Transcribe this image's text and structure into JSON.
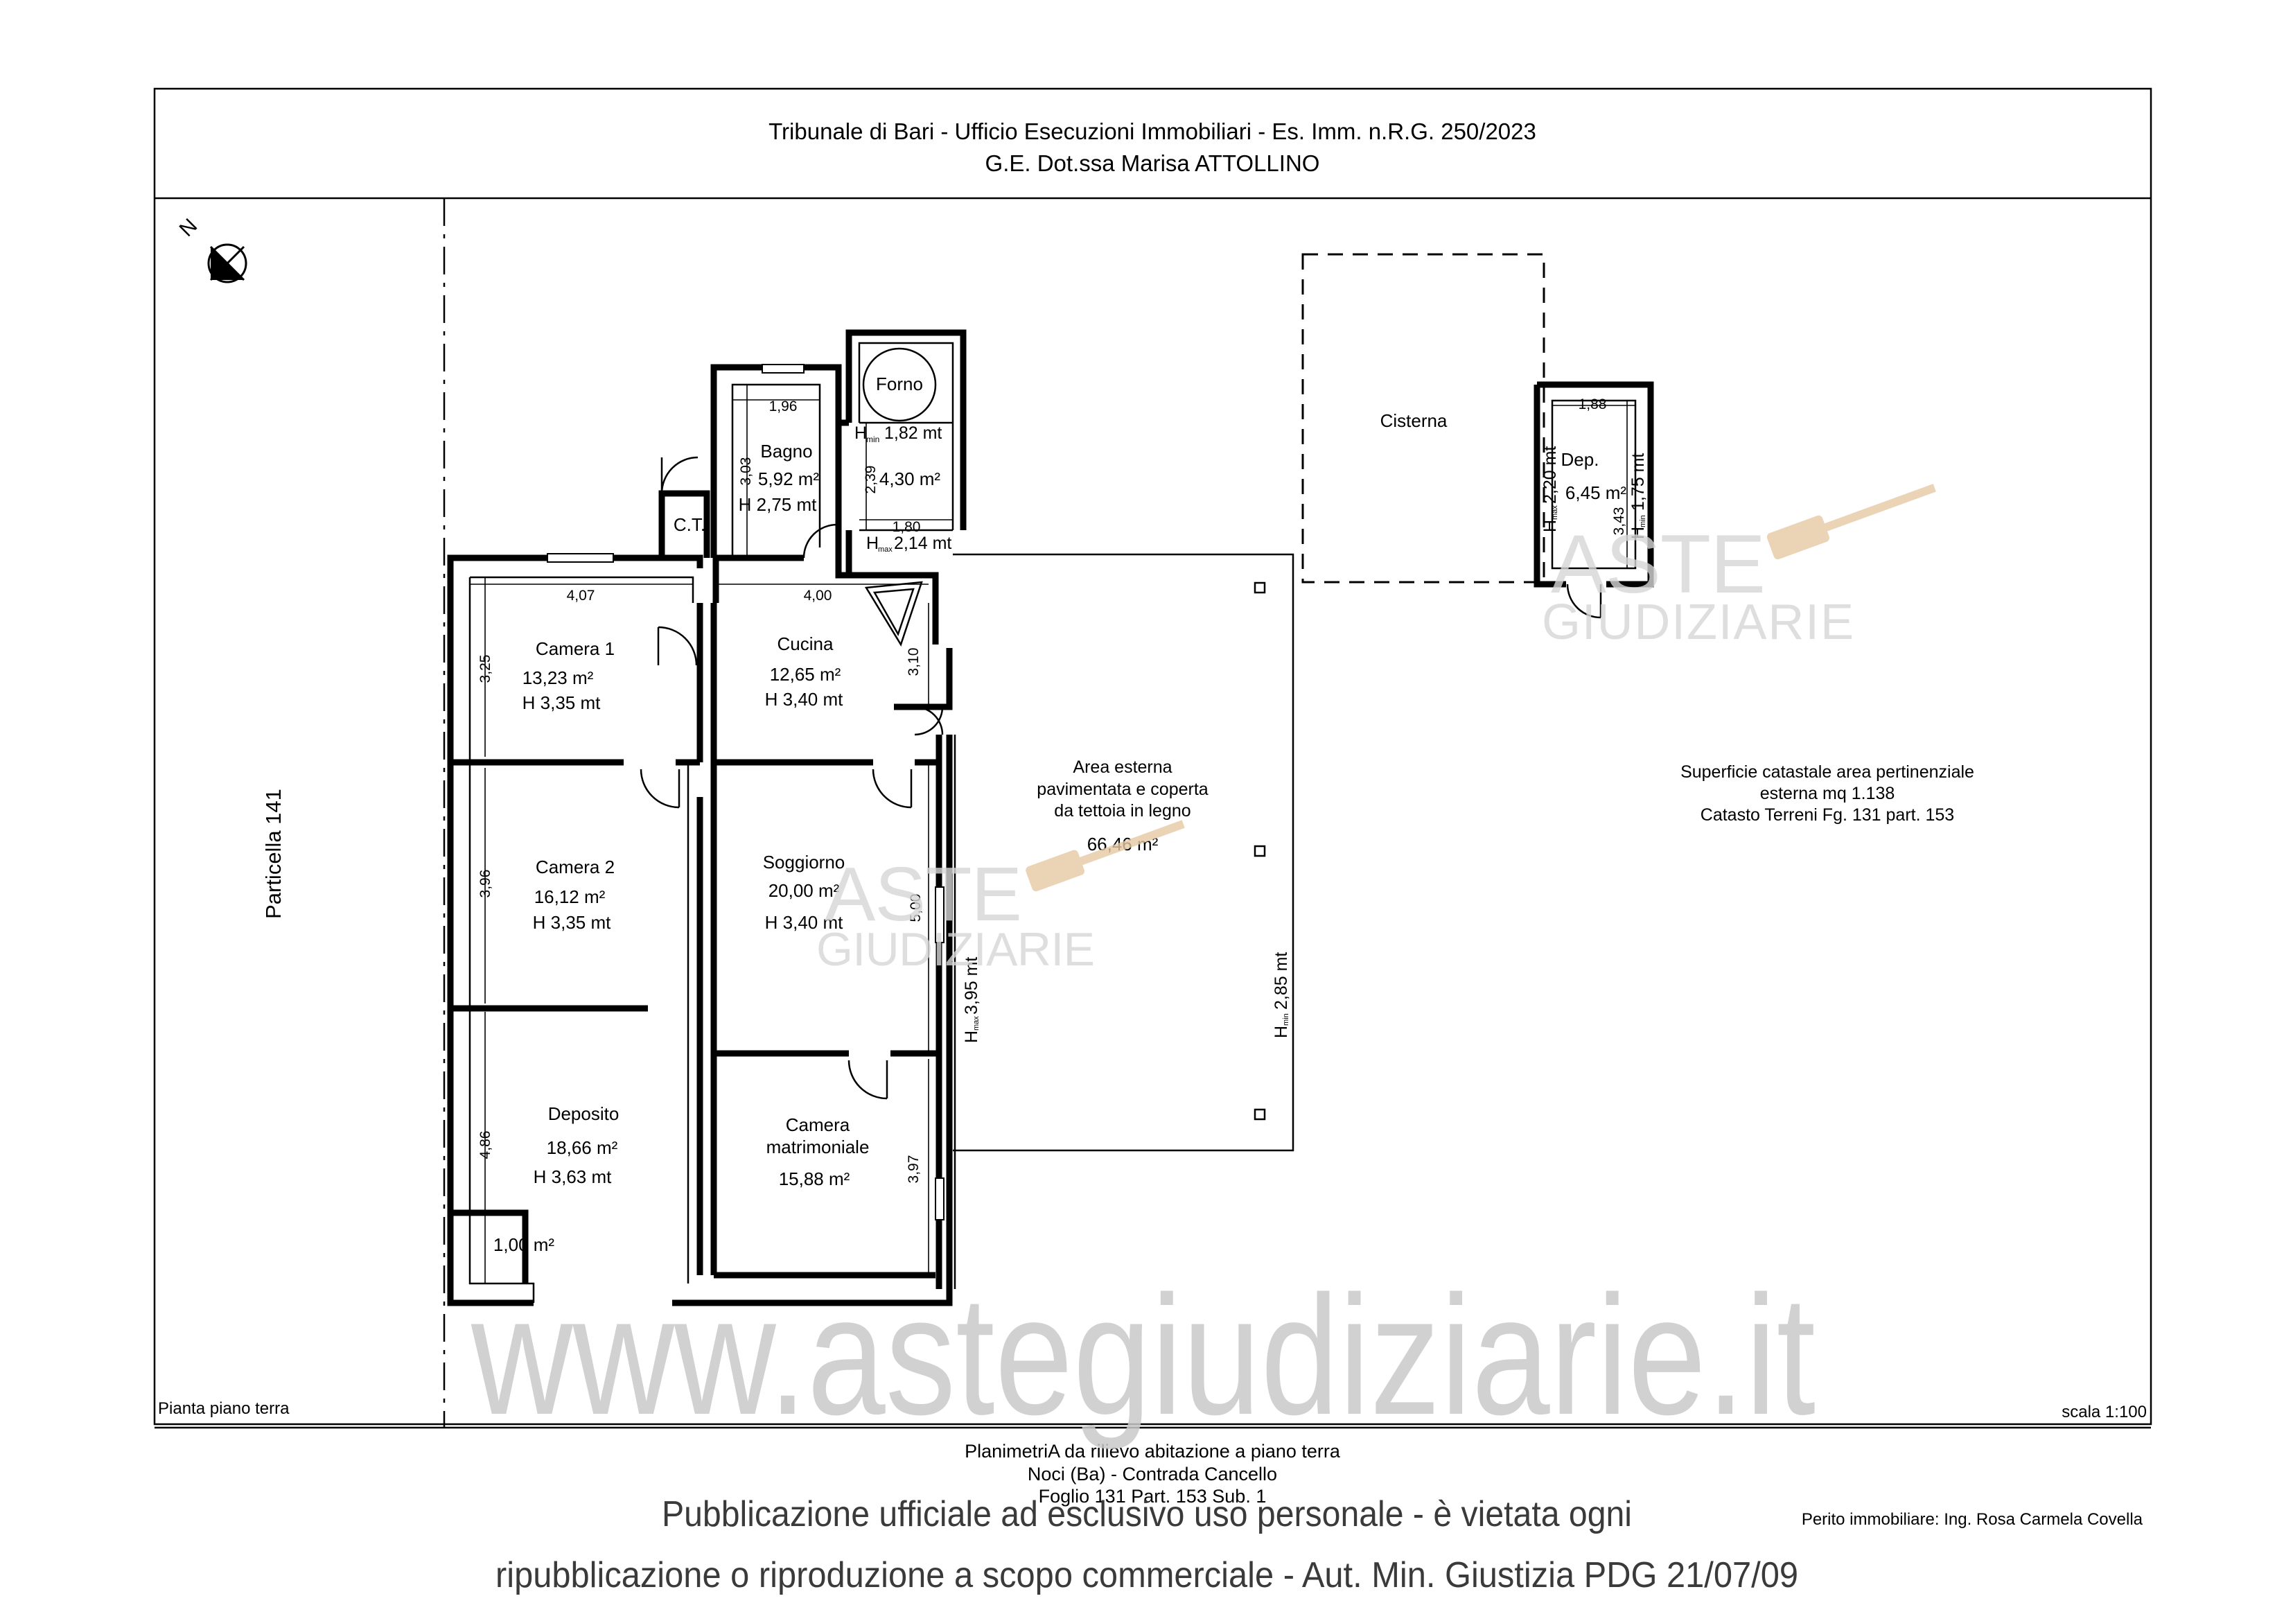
{
  "header": {
    "line1": "Tribunale di Bari - Ufficio Esecuzioni Immobiliari - Es. Imm. n.R.G. 250/2023",
    "line2": "G.E. Dot.ssa Marisa ATTOLLINO"
  },
  "north_label": "N",
  "particella": "Particella  141",
  "rooms": {
    "camera1": {
      "name": "Camera 1",
      "area": "13,23 m²",
      "height": "H 3,35 mt"
    },
    "camera2": {
      "name": "Camera 2",
      "area": "16,12 m²",
      "height": "H 3,35 mt"
    },
    "deposito": {
      "name": "Deposito",
      "area": "18,66 m²",
      "height": "H 3,63 mt"
    },
    "small_room": {
      "area": "1,00 m²"
    },
    "cucina": {
      "name": "Cucina",
      "area": "12,65 m²",
      "height": "H 3,40 mt"
    },
    "soggiorno": {
      "name": "Soggiorno",
      "area": "20,00 m²",
      "height": "H 3,40 mt"
    },
    "matrimoniale": {
      "name1": "Camera",
      "name2": "matrimoniale",
      "area": "15,88 m²"
    },
    "bagno": {
      "name": "Bagno",
      "area": "5,92 m²",
      "height": "H 2,75 mt"
    },
    "ct": {
      "name": "C.T."
    },
    "forno": {
      "name": "Forno",
      "hmin": "H",
      "hmin_sub": "min",
      "hmin_val": "1,82 mt",
      "area": "4,30 m²",
      "hmax": "H",
      "hmax_sub": "max",
      "hmax_val": "2,14 mt"
    },
    "cisterna": {
      "name": "Cisterna"
    },
    "dep": {
      "name": "Dep.",
      "area": "6,45 m²",
      "hmax": "H",
      "hmax_sub": "max",
      "hmax_val": "2,20 mt",
      "hmin": "H",
      "hmin_sub": "min",
      "hmin_val": "1,75 mt"
    },
    "area_esterna": {
      "line1": "Area esterna",
      "line2": "pavimentata e coperta",
      "line3": "da tettoia in legno",
      "area": "66,46 m²",
      "hmin": "H",
      "hmin_sub": "min",
      "hmin_val": "2,85 mt"
    }
  },
  "side_heights": {
    "h": "H",
    "sub": "max",
    "val": "3,95 mt"
  },
  "dimensions": {
    "d407": "4,07",
    "d400": "4,00",
    "d325": "3,25",
    "d396": "3,96",
    "d486": "4,86",
    "d310": "3,10",
    "d500": "5,00",
    "d397": "3,97",
    "d196": "1,96",
    "d303": "3,03",
    "d239": "2,39",
    "d180": "1,80",
    "d188": "1,88",
    "d343": "3,43"
  },
  "superficie": {
    "line1": "Superficie catastale area pertinenziale",
    "line2": "esterna mq 1.138",
    "line3": "Catasto Terreni Fg. 131 part. 153"
  },
  "pianta_label": "Pianta piano terra",
  "scala_label": "scala 1:100",
  "footer": {
    "line1": "PlanimetriA da rilievo abitazione a piano terra",
    "line2": "Noci (Ba) -  Contrada Cancello",
    "line3": "Foglio 131 Part. 153 Sub. 1",
    "perito": "Perito immobiliare: Ing. Rosa Carmela Covella"
  },
  "watermarks": {
    "aste": "ASTE",
    "giudiziarie": "GIUDIZIARIE",
    "site": "www.astegiudiziarie.it"
  },
  "disclaimer": {
    "line1": "Pubblicazione ufficiale ad esclusivo uso personale - è vietata ogni",
    "line2": "ripubblicazione o riproduzione a scopo commerciale - Aut. Min. Giustizia PDG 21/07/09"
  }
}
